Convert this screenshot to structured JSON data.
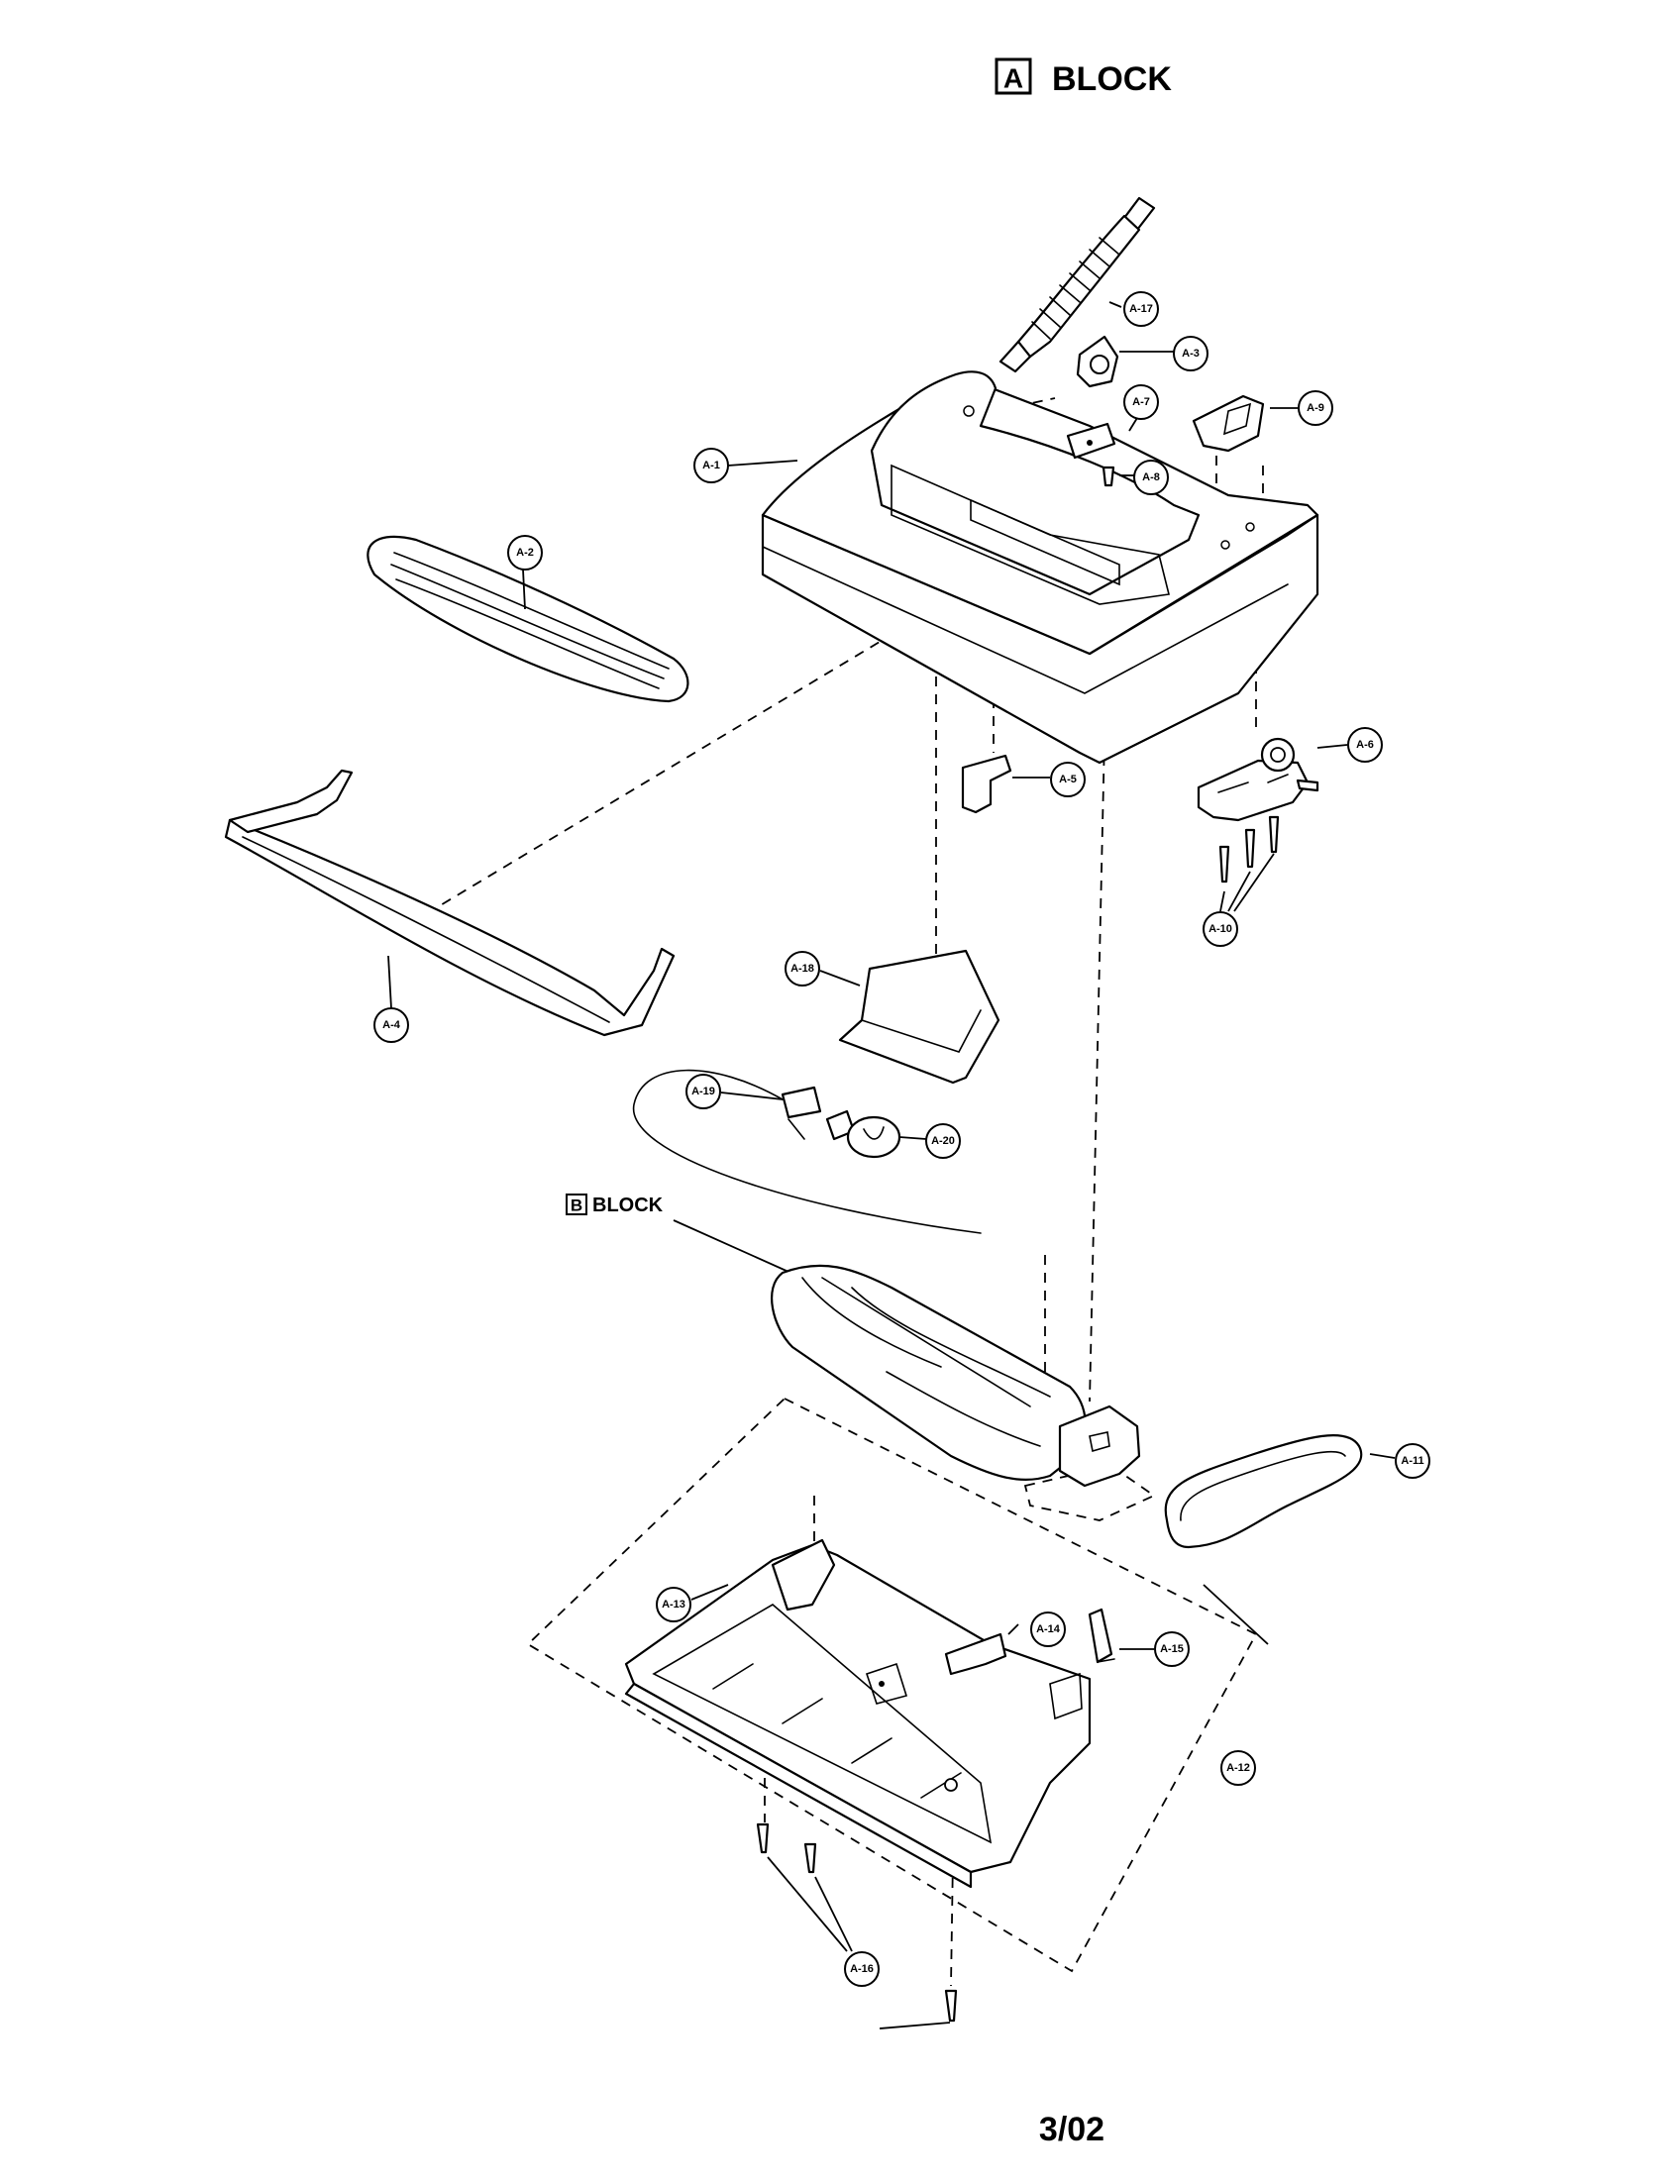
{
  "header": {
    "block_letter": "A",
    "block_word": "BLOCK"
  },
  "subheader": {
    "block_letter": "B",
    "block_word": "BLOCK"
  },
  "footer": {
    "page_code": "3/02"
  },
  "callouts": {
    "a1": "A-1",
    "a2": "A-2",
    "a3": "A-3",
    "a4": "A-4",
    "a5": "A-5",
    "a6": "A-6",
    "a7": "A-7",
    "a8": "A-8",
    "a9": "A-9",
    "a10": "A-10",
    "a11": "A-11",
    "a12": "A-12",
    "a13": "A-13",
    "a14": "A-14",
    "a15": "A-15",
    "a16": "A-16",
    "a17": "A-17",
    "a18": "A-18",
    "a19": "A-19",
    "a20": "A-20"
  }
}
